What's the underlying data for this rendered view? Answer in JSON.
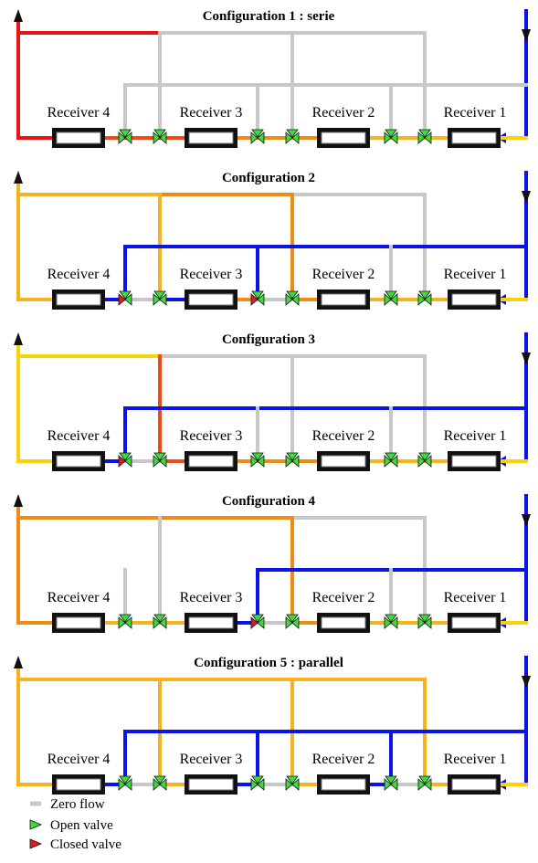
{
  "colors": {
    "blue": "#0a14e6",
    "gray": "#c8c8c8",
    "red": "#e61414",
    "orange_red": "#f04b14",
    "orange": "#f08c14",
    "amber": "#f5b41e",
    "yellow": "#fad20a",
    "valve_open": "#3cdc3c",
    "valve_closed": "#dc1e1e"
  },
  "receivers": [
    "Receiver 4",
    "Receiver 3",
    "Receiver 2",
    "Receiver 1"
  ],
  "configurations": [
    {
      "title": "Configuration 1 : serie",
      "outlet_color": "red",
      "collector": [
        {
          "from": 0,
          "to": 3,
          "color": "gray"
        }
      ],
      "collector_drops": [
        "gray",
        "gray",
        "gray",
        "gray"
      ],
      "inlet_headers": [
        {
          "from": 0,
          "to": 3,
          "color": "gray"
        }
      ],
      "inlet_drops": [
        "gray",
        "gray",
        "gray",
        "gray"
      ],
      "has_blue_header": false,
      "inlet_main_color": "gray",
      "rec_left": [
        "red",
        "orange_red",
        "orange",
        "amber"
      ],
      "rec_right": [
        "orange_red",
        "orange",
        "amber",
        "yellow"
      ],
      "mid_color": [
        "orange_red",
        "orange",
        "amber"
      ],
      "valves_left": [
        "closed",
        "closed",
        "closed"
      ],
      "valves_right": [
        "open",
        "open",
        "open",
        "open"
      ],
      "valves_v": [
        [
          "open",
          "open"
        ],
        [
          "open",
          "open"
        ],
        [
          "open",
          "open"
        ]
      ],
      "zero_mid": [
        false,
        false,
        false
      ]
    },
    {
      "title": "Configuration 2",
      "outlet_color": "amber",
      "collector": [
        {
          "from": 0,
          "to": 2,
          "color": "orange"
        },
        {
          "from": 2,
          "to": 3,
          "color": "gray"
        }
      ],
      "collector_drops": [
        "amber",
        "amber",
        "orange",
        "gray"
      ],
      "inlet_drops": [
        "blue",
        "blue",
        "gray",
        "gray"
      ],
      "has_blue_header": true,
      "rec_left": [
        "amber",
        "blue",
        "orange",
        "amber"
      ],
      "rec_right": [
        "blue",
        "orange",
        "amber",
        "yellow"
      ],
      "mid_color": [
        "blue",
        "orange",
        "amber"
      ],
      "valves_left": [
        "closed",
        "closed",
        "closed"
      ],
      "valves_right": [
        "open",
        "open",
        "open",
        "open"
      ],
      "valves_v": [
        [
          "closed",
          "open"
        ],
        [
          "closed",
          "open"
        ],
        [
          "open",
          "open"
        ]
      ],
      "zero_mid": [
        true,
        true,
        false
      ]
    },
    {
      "title": "Configuration 3",
      "outlet_color": "yellow",
      "collector": [
        {
          "from": 0,
          "to": 1,
          "color": "orange_red"
        },
        {
          "from": 1,
          "to": 3,
          "color": "gray"
        }
      ],
      "collector_drops": [
        "orange_red",
        "orange_red",
        "gray",
        "gray"
      ],
      "inlet_drops": [
        "blue",
        "gray",
        "gray",
        "gray"
      ],
      "has_blue_header": true,
      "rec_left": [
        "yellow",
        "orange_red",
        "orange",
        "amber"
      ],
      "rec_right": [
        "blue",
        "orange",
        "amber",
        "yellow"
      ],
      "mid_color": [
        "blue",
        "orange",
        "amber"
      ],
      "valves_left": [
        "closed",
        "closed",
        "closed"
      ],
      "valves_right": [
        "open",
        "open",
        "open",
        "open"
      ],
      "valves_v": [
        [
          "closed",
          "open"
        ],
        [
          "open",
          "open"
        ],
        [
          "open",
          "open"
        ]
      ],
      "zero_mid": [
        true,
        false,
        false
      ]
    },
    {
      "title": "Configuration 4",
      "outlet_color": "orange",
      "collector": [
        {
          "from": 0,
          "to": 2,
          "color": "orange"
        },
        {
          "from": 2,
          "to": 3,
          "color": "gray"
        }
      ],
      "collector_drops": [
        "gray",
        "gray",
        "orange",
        "gray"
      ],
      "inlet_drops": [
        "gray",
        "blue",
        "gray",
        "gray"
      ],
      "has_blue_header": true,
      "blue_header_from": 1,
      "rec_left": [
        "orange",
        "amber",
        "orange",
        "amber"
      ],
      "rec_right": [
        "amber",
        "blue",
        "amber",
        "yellow"
      ],
      "mid_color": [
        "amber",
        "blue",
        "amber"
      ],
      "valves_left": [
        "closed",
        "closed",
        "closed"
      ],
      "valves_right": [
        "open",
        "open",
        "open",
        "open"
      ],
      "valves_v": [
        [
          "open",
          "open"
        ],
        [
          "closed",
          "open"
        ],
        [
          "open",
          "open"
        ]
      ],
      "zero_mid": [
        false,
        true,
        false
      ]
    },
    {
      "title": "Configuration 5 : parallel",
      "outlet_color": "amber",
      "collector": [
        {
          "from": 0,
          "to": 3,
          "color": "amber"
        }
      ],
      "collector_drops": [
        "amber",
        "amber",
        "amber",
        "amber"
      ],
      "inlet_drops": [
        "blue",
        "blue",
        "blue",
        "blue"
      ],
      "has_blue_header": true,
      "rec_left": [
        "amber",
        "amber",
        "amber",
        "amber"
      ],
      "rec_right": [
        "blue",
        "blue",
        "blue",
        "yellow"
      ],
      "mid_color": [
        "blue",
        "blue",
        "blue"
      ],
      "valves_left": [
        "closed",
        "closed",
        "closed"
      ],
      "valves_right": [
        "open",
        "open",
        "open",
        "open"
      ],
      "valves_v": [
        [
          "open",
          "open"
        ],
        [
          "open",
          "open"
        ],
        [
          "open",
          "open"
        ]
      ],
      "zero_mid": [
        true,
        true,
        true
      ]
    }
  ],
  "legend": {
    "zero_flow": "Zero flow",
    "open_valve": "Open valve",
    "closed_valve": "Closed valve"
  }
}
